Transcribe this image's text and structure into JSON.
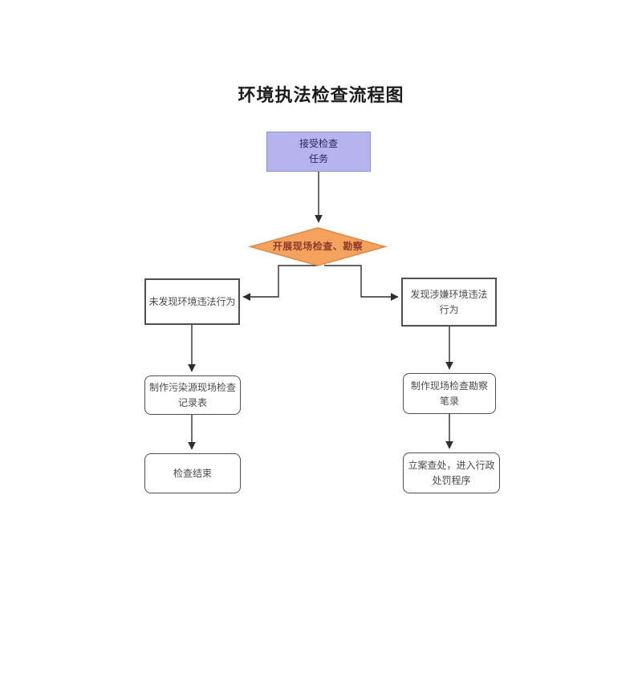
{
  "title": "环境执法检查流程图",
  "colors": {
    "background": "#ffffff",
    "start_fill": "#b6b3ef",
    "start_border": "#9190c7",
    "start_text": "#26265a",
    "decision_fill": "#f4a25e",
    "decision_border": "#dd8b49",
    "decision_text": "#8e3a2b",
    "box_border": "#4f4f4f",
    "box_text": "#4b4b4b",
    "line": "#2e2e2e"
  },
  "nodes": {
    "start": {
      "label": "接受检查\n任务"
    },
    "decision": {
      "label": "开展现场检查、勘察"
    },
    "no_violation": {
      "label": "未发现环境违法行为"
    },
    "violation": {
      "label": "发现涉嫌环境违法\n行为"
    },
    "record_form": {
      "label": "制作污染源现场检查\n记录表"
    },
    "survey_record": {
      "label": "制作现场检查勘察\n笔录"
    },
    "inspection_end": {
      "label": "检查结束"
    },
    "file_case": {
      "label": "立案查处，进入行政\n处罚程序"
    }
  }
}
